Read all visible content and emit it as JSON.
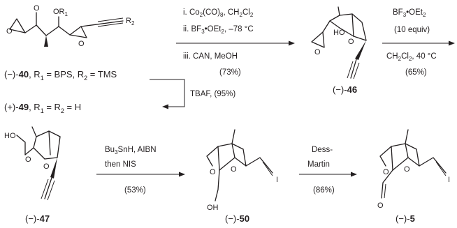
{
  "compounds": {
    "c40": {
      "pre": "(−)-",
      "num": "40",
      "post": ", R",
      "s1": "1",
      "mid": " = BPS, R",
      "s2": "2",
      "end": " = TMS"
    },
    "c49": {
      "pre": "(+)-",
      "num": "49",
      "post": ", R",
      "s1": "1",
      "mid": " = R",
      "s2": "2",
      "end": " = H"
    },
    "c46": {
      "pre": "(−)-",
      "num": "46"
    },
    "c47": {
      "pre": "(−)-",
      "num": "47"
    },
    "c50": {
      "pre": "(−)-",
      "num": "50"
    },
    "c5": {
      "pre": "(−)-",
      "num": "5"
    }
  },
  "atoms": {
    "or1": "OR",
    "or1_sub": "1",
    "r2": "R",
    "r2_sub": "2",
    "ho": "HO",
    "o": "O",
    "oh": "OH",
    "i": "I"
  },
  "conditions": {
    "step1": {
      "line1": {
        "a": "i. Co",
        "s1": "2",
        "b": "(CO)",
        "s2": "8",
        "c": ", CH",
        "s3": "2",
        "d": "Cl",
        "s4": "2"
      },
      "line2": {
        "a": "ii. BF",
        "s1": "3",
        "b": "•OEt",
        "s2": "2",
        "c": ", –78 °C"
      },
      "line3": "iii. CAN, MeOH",
      "yield": "(73%)"
    },
    "step2": {
      "line1": {
        "a": "BF",
        "s1": "3",
        "b": "•OEt",
        "s2": "2"
      },
      "line2": "(10 equiv)",
      "line3": {
        "a": "CH",
        "s1": "2",
        "b": "Cl",
        "s2": "2",
        "c": ", 40 °C"
      },
      "yield": "(65%)"
    },
    "tbaf": "TBAF, (95%)",
    "step3": {
      "line1": {
        "a": "Bu",
        "s1": "3",
        "b": "SnH, AIBN"
      },
      "line2": "then NIS",
      "yield": "(53%)"
    },
    "step4": {
      "line1": "Dess-",
      "line2": "Martin",
      "yield": "(86%)"
    }
  }
}
